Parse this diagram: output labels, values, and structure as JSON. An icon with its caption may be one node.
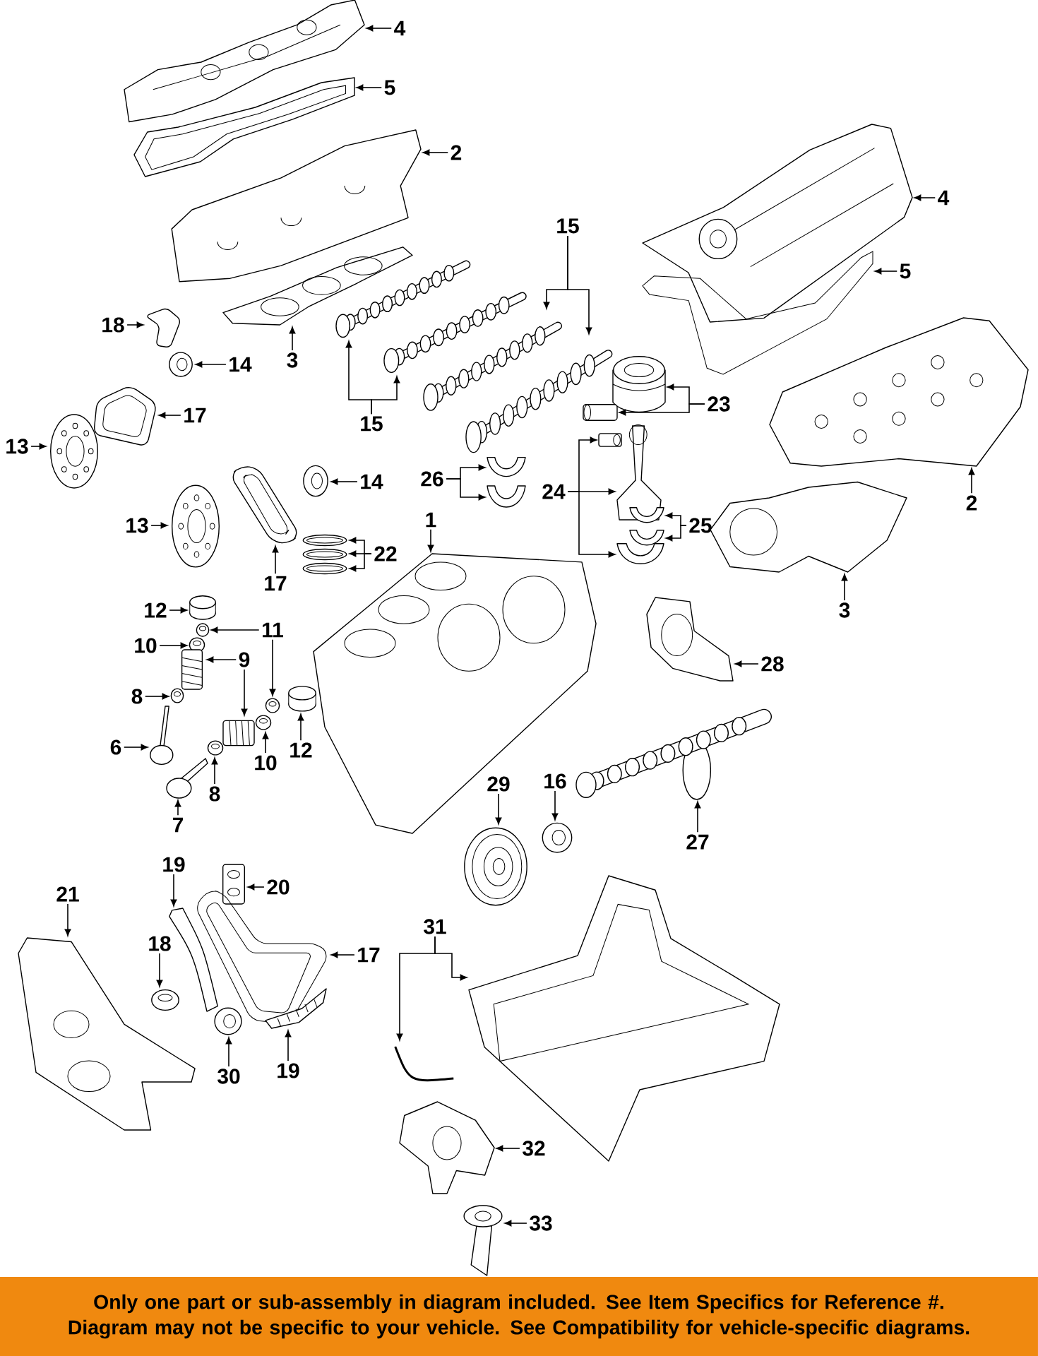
{
  "diagram": {
    "nodes": [
      {
        "text": [
          "4"
        ]
      },
      {
        "text": [],
        "shape": "picture"
      },
      {
        "text": [
          "5"
        ]
      },
      {
        "text": [],
        "shape": "picture"
      },
      {
        "text": [
          "2"
        ]
      },
      {
        "text": [],
        "shape": "picture"
      },
      {
        "text": [
          "18"
        ]
      },
      {
        "text": [],
        "shape": "picture"
      },
      {
        "text": [
          "14"
        ]
      },
      {
        "text": [],
        "shape": "picture"
      },
      {
        "text": [
          "3"
        ]
      },
      {
        "text": [],
        "shape": "picture"
      },
      {
        "text": [
          "15"
        ]
      },
      {
        "text": [],
        "shape": "picture"
      },
      {
        "text": [],
        "shape": "picture"
      },
      {
        "text": [
          "15"
        ]
      },
      {
        "text": [],
        "shape": "picture"
      },
      {
        "text": [],
        "shape": "picture"
      },
      {
        "text": [
          "17"
        ]
      },
      {
        "text": [],
        "shape": "picture"
      },
      {
        "text": [
          "13"
        ]
      },
      {
        "text": [],
        "shape": "picture"
      },
      {
        "text": [
          "14"
        ]
      },
      {
        "text": [],
        "shape": "picture"
      },
      {
        "text": [
          "26"
        ]
      },
      {
        "text": [],
        "shape": "picture"
      },
      {
        "text": [],
        "shape": "picture"
      },
      {
        "text": [
          "13"
        ]
      },
      {
        "text": [],
        "shape": "picture"
      },
      {
        "text": [
          "17"
        ]
      },
      {
        "text": [],
        "shape": "picture"
      },
      {
        "text": [
          "22"
        ]
      },
      {
        "text": [],
        "shape": "picture"
      },
      {
        "text": [],
        "shape": "picture"
      },
      {
        "text": [],
        "shape": "picture"
      },
      {
        "text": [
          "1"
        ]
      },
      {
        "text": [],
        "shape": "picture"
      },
      {
        "text": [
          "24"
        ]
      },
      {
        "text": [],
        "shape": "picture"
      },
      {
        "text": [],
        "shape": "picture"
      },
      {
        "text": [],
        "shape": "picture"
      },
      {
        "text": [
          "25"
        ]
      },
      {
        "text": [],
        "shape": "picture"
      },
      {
        "text": [],
        "shape": "picture"
      },
      {
        "text": [
          "23"
        ]
      },
      {
        "text": [],
        "shape": "picture"
      },
      {
        "text": [],
        "shape": "picture"
      },
      {
        "text": [
          "4"
        ]
      },
      {
        "text": [],
        "shape": "picture"
      },
      {
        "text": [
          "5"
        ]
      },
      {
        "text": [],
        "shape": "picture"
      },
      {
        "text": [
          "2"
        ]
      },
      {
        "text": [],
        "shape": "picture"
      },
      {
        "text": [
          "3"
        ]
      },
      {
        "text": [],
        "shape": "picture"
      },
      {
        "text": [
          "28"
        ]
      },
      {
        "text": [],
        "shape": "picture"
      },
      {
        "text": [
          "29"
        ]
      },
      {
        "text": [],
        "shape": "picture"
      },
      {
        "text": [
          "16"
        ]
      },
      {
        "text": [],
        "shape": "picture"
      },
      {
        "text": [
          "27"
        ]
      },
      {
        "text": [],
        "shape": "picture"
      },
      {
        "text": [
          "21"
        ]
      },
      {
        "text": [],
        "shape": "picture"
      },
      {
        "text": [
          "19"
        ]
      },
      {
        "text": [],
        "shape": "picture"
      },
      {
        "text": [
          "20"
        ]
      },
      {
        "text": [],
        "shape": "box"
      },
      {
        "text": [
          "17"
        ]
      },
      {
        "text": [],
        "shape": "picture"
      },
      {
        "text": [
          "18"
        ]
      },
      {
        "text": [],
        "shape": "picture"
      },
      {
        "text": [
          "30"
        ]
      },
      {
        "text": [],
        "shape": "picture"
      },
      {
        "text": [
          "19"
        ]
      },
      {
        "text": [],
        "shape": "picture"
      },
      {
        "text": [
          "31"
        ]
      },
      {
        "text": [],
        "shape": "picture"
      },
      {
        "text": [],
        "shape": "picture"
      },
      {
        "text": [
          "32"
        ]
      },
      {
        "text": [],
        "shape": "picture"
      },
      {
        "text": [
          "33"
        ]
      },
      {
        "text": [],
        "shape": "picture"
      },
      {
        "text": [
          "12"
        ]
      },
      {
        "text": [],
        "shape": "cylinder"
      },
      {
        "text": [
          "11"
        ]
      },
      {
        "text": [],
        "shape": "picture"
      },
      {
        "text": [],
        "shape": "picture"
      },
      {
        "text": [
          "10"
        ]
      },
      {
        "text": [],
        "shape": "picture"
      },
      {
        "text": [
          "9"
        ]
      },
      {
        "text": [],
        "shape": "picture"
      },
      {
        "text": [],
        "shape": "picture"
      },
      {
        "text": [
          "8"
        ]
      },
      {
        "text": [],
        "shape": "picture"
      },
      {
        "text": [
          "10"
        ]
      },
      {
        "text": [],
        "shape": "picture"
      },
      {
        "text": [
          "12"
        ]
      },
      {
        "text": [],
        "shape": "cylinder"
      },
      {
        "text": [
          "6"
        ]
      },
      {
        "text": [],
        "shape": "picture"
      },
      {
        "text": [
          "8"
        ]
      },
      {
        "text": [],
        "shape": "picture"
      },
      {
        "text": [
          "7"
        ]
      },
      {
        "text": [],
        "shape": "picture"
      },
      {
        "text": [
          "Only one part or sub-assembly in diagram included. See Item Specifics for Reference #.",
          "Diagram may not be specific to your vehicle. See Compatibility for vehicle-specific diagrams."
        ]
      }
    ],
    "edges": [
      {
        "from": 0,
        "to": 1,
        "arrow": "to"
      },
      {
        "from": 2,
        "to": 3,
        "arrow": "to"
      },
      {
        "from": 4,
        "to": 5,
        "arrow": "to"
      },
      {
        "from": 6,
        "to": 7,
        "arrow": "to"
      },
      {
        "from": 8,
        "to": 9,
        "arrow": "to"
      },
      {
        "from": 10,
        "to": 11,
        "arrow": "to"
      },
      {
        "from": 12,
        "to": 13,
        "arrow": "to"
      },
      {
        "from": 12,
        "to": 14,
        "arrow": "to"
      },
      {
        "from": 15,
        "to": 16,
        "arrow": "to"
      },
      {
        "from": 15,
        "to": 17,
        "arrow": "to"
      },
      {
        "from": 18,
        "to": 19,
        "arrow": "to"
      },
      {
        "from": 20,
        "to": 21,
        "arrow": "to"
      },
      {
        "from": 22,
        "to": 23,
        "arrow": "to"
      },
      {
        "from": 24,
        "to": 25,
        "arrow": "to"
      },
      {
        "from": 24,
        "to": 26,
        "arrow": "to"
      },
      {
        "from": 27,
        "to": 28,
        "arrow": "to"
      },
      {
        "from": 29,
        "to": 30,
        "arrow": "to"
      },
      {
        "from": 31,
        "to": 32,
        "arrow": "to"
      },
      {
        "from": 31,
        "to": 33,
        "arrow": "to"
      },
      {
        "from": 31,
        "to": 34,
        "arrow": "to"
      },
      {
        "from": 35,
        "to": 36,
        "arrow": "to"
      },
      {
        "from": 37,
        "to": 38,
        "arrow": "to"
      },
      {
        "from": 37,
        "to": 39,
        "arrow": "to"
      },
      {
        "from": 37,
        "to": 40,
        "arrow": "to"
      },
      {
        "from": 41,
        "to": 42,
        "arrow": "to"
      },
      {
        "from": 41,
        "to": 43,
        "arrow": "to"
      },
      {
        "from": 44,
        "to": 45,
        "arrow": "to"
      },
      {
        "from": 44,
        "to": 46,
        "arrow": "to"
      },
      {
        "from": 47,
        "to": 48,
        "arrow": "to"
      },
      {
        "from": 49,
        "to": 50,
        "arrow": "to"
      },
      {
        "from": 51,
        "to": 52,
        "arrow": "to"
      },
      {
        "from": 53,
        "to": 54,
        "arrow": "to"
      },
      {
        "from": 55,
        "to": 56,
        "arrow": "to"
      },
      {
        "from": 57,
        "to": 58,
        "arrow": "to"
      },
      {
        "from": 59,
        "to": 60,
        "arrow": "to"
      },
      {
        "from": 61,
        "to": 62,
        "arrow": "to"
      },
      {
        "from": 63,
        "to": 64,
        "arrow": "to"
      },
      {
        "from": 65,
        "to": 66,
        "arrow": "to"
      },
      {
        "from": 67,
        "to": 68,
        "arrow": "to"
      },
      {
        "from": 69,
        "to": 70,
        "arrow": "to"
      },
      {
        "from": 71,
        "to": 72,
        "arrow": "to"
      },
      {
        "from": 73,
        "to": 74,
        "arrow": "to"
      },
      {
        "from": 75,
        "to": 76,
        "arrow": "to"
      },
      {
        "from": 77,
        "to": 78,
        "arrow": "to"
      },
      {
        "from": 77,
        "to": 79,
        "arrow": "to"
      },
      {
        "from": 80,
        "to": 81,
        "arrow": "to"
      },
      {
        "from": 82,
        "to": 83,
        "arrow": "to"
      },
      {
        "from": 84,
        "to": 85,
        "arrow": "to"
      },
      {
        "from": 86,
        "to": 87,
        "arrow": "to"
      },
      {
        "from": 86,
        "to": 88,
        "arrow": "to"
      },
      {
        "from": 89,
        "to": 90,
        "arrow": "to"
      },
      {
        "from": 91,
        "to": 92,
        "arrow": "to"
      },
      {
        "from": 91,
        "to": 93,
        "arrow": "to"
      },
      {
        "from": 94,
        "to": 95,
        "arrow": "to"
      },
      {
        "from": 96,
        "to": 97,
        "arrow": "to"
      },
      {
        "from": 98,
        "to": 99,
        "arrow": "to"
      },
      {
        "from": 100,
        "to": 101,
        "arrow": "to"
      },
      {
        "from": 102,
        "to": 103,
        "arrow": "to"
      },
      {
        "from": 104,
        "to": 105,
        "arrow": "to"
      }
    ]
  }
}
